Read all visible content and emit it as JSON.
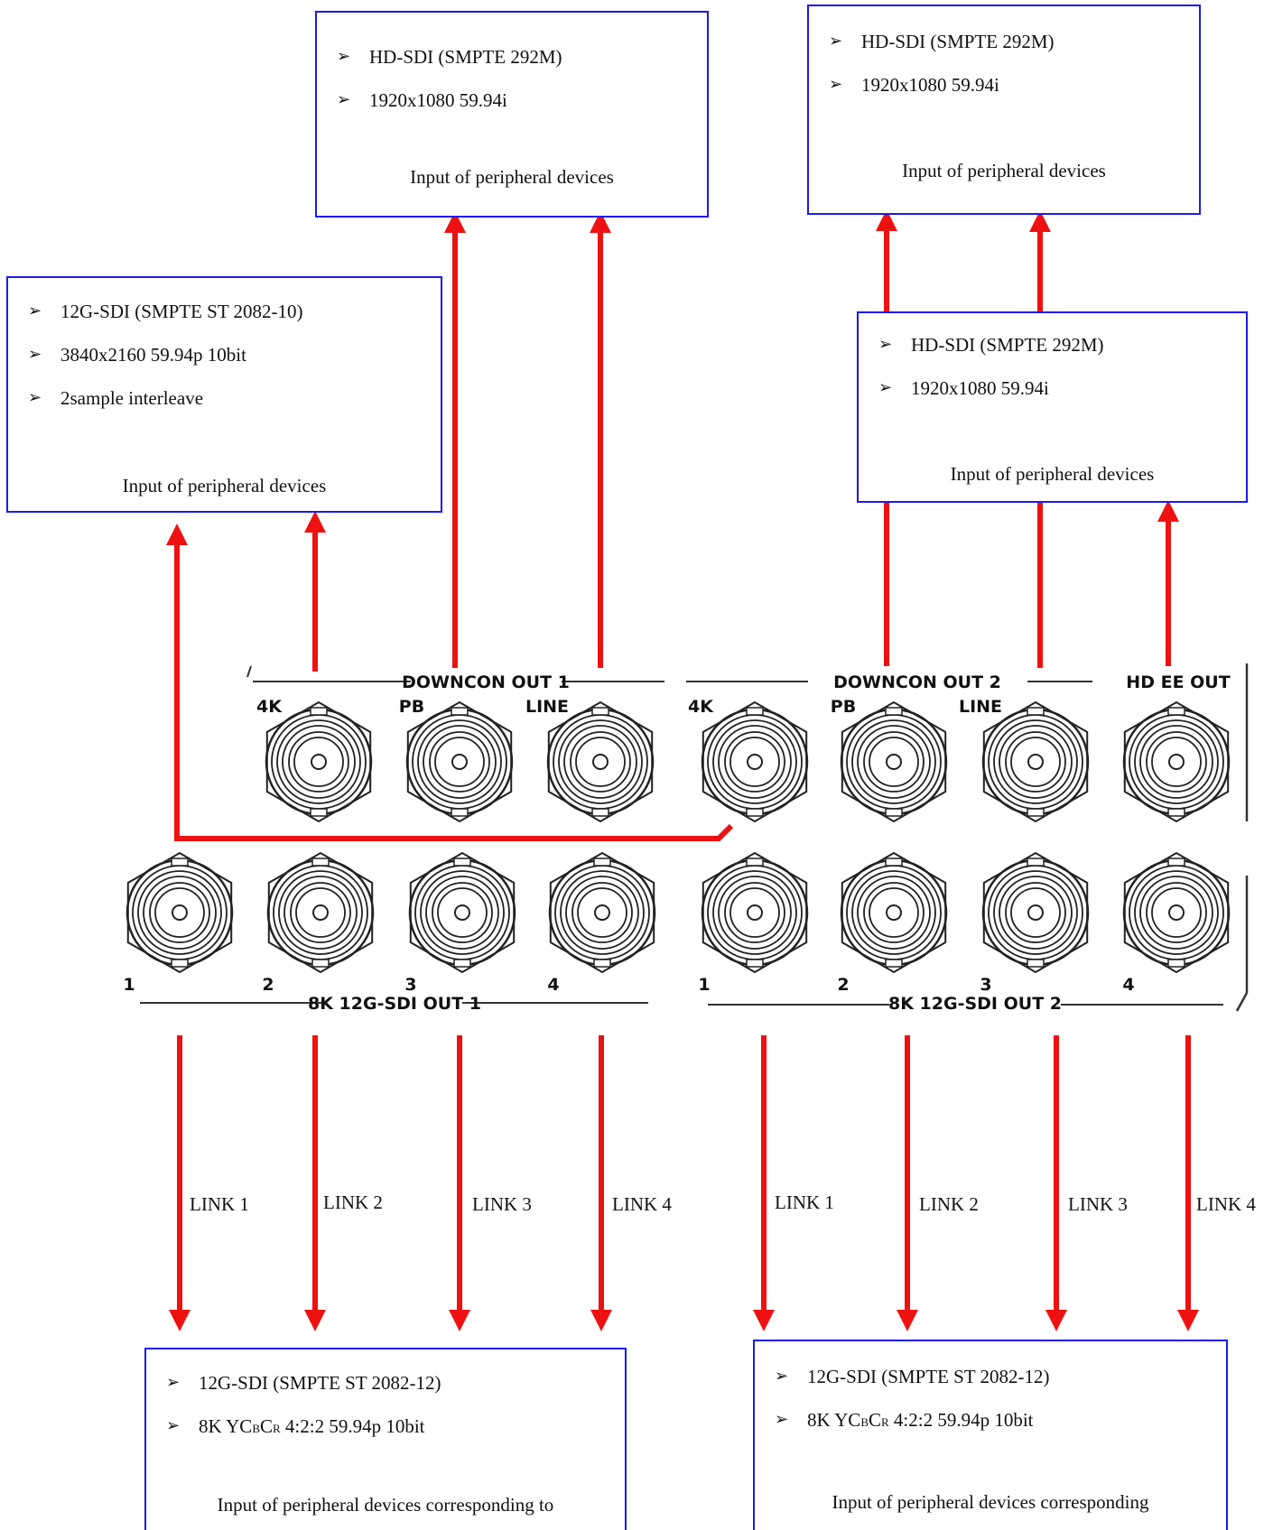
{
  "boxes": {
    "top_center": {
      "items": [
        "HD-SDI (SMPTE 292M)",
        "1920x1080 59.94i"
      ],
      "caption": "Input of peripheral devices"
    },
    "top_right": {
      "items": [
        "HD-SDI (SMPTE 292M)",
        "1920x1080 59.94i"
      ],
      "caption": "Input of peripheral devices"
    },
    "left": {
      "items": [
        "12G-SDI (SMPTE ST 2082-10)",
        "3840x2160 59.94p 10bit",
        "2sample interleave"
      ],
      "caption": "Input of peripheral devices"
    },
    "middle_right": {
      "items": [
        "HD-SDI (SMPTE 292M)",
        "1920x1080 59.94i"
      ],
      "caption": "Input of peripheral devices"
    },
    "bottom_left": {
      "item1": "12G-SDI (SMPTE ST 2082-12)",
      "item2": {
        "prefix": "8K YC",
        "sub1": "B",
        "mid": "C",
        "sub2": "R",
        "suffix": " 4:2:2 59.94p 10bit"
      },
      "caption": "Input of peripheral devices corresponding to"
    },
    "bottom_right": {
      "item1": "12G-SDI (SMPTE ST 2082-12)",
      "item2": {
        "prefix": "8K YC",
        "sub1": "B",
        "mid": "C",
        "sub2": "R",
        "suffix": " 4:2:2 59.94p 10bit"
      },
      "caption": "Input of peripheral devices corresponding"
    }
  },
  "bullet_symbol": "➢",
  "panel": {
    "group_labels": {
      "downcon_out_1": "DOWNCON OUT 1",
      "downcon_out_2": "DOWNCON OUT 2",
      "hd_ee_out": "HD EE OUT",
      "sdi_out_1": "8K 12G-SDI OUT 1",
      "sdi_out_2": "8K 12G-SDI OUT 2"
    },
    "top_connector_labels": [
      "4K",
      "PB",
      "LINE",
      "4K",
      "PB",
      "LINE"
    ],
    "bottom_connector_labels": [
      "1",
      "2",
      "3",
      "4",
      "1",
      "2",
      "3",
      "4"
    ]
  },
  "links": [
    "LINK 1",
    "LINK 2",
    "LINK 3",
    "LINK 4",
    "LINK 1",
    "LINK 2",
    "LINK 3",
    "LINK 4"
  ],
  "colors": {
    "arrow": "#ee1111",
    "box_border": "#1a1aee",
    "panel_line": "#333333"
  }
}
